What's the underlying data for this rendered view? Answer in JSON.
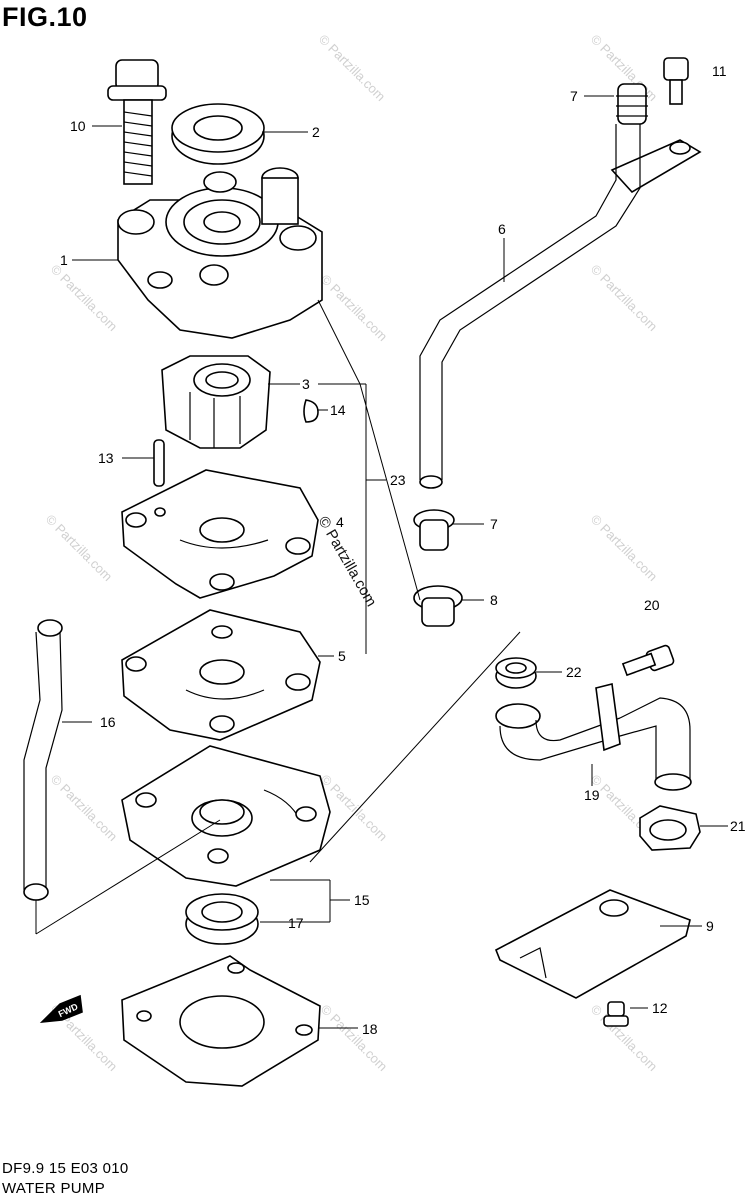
{
  "figure": {
    "title": "FIG.10",
    "code": "DF9.9 15 E03 010",
    "name": "WATER PUMP",
    "watermark": "© Partzilla.com",
    "fwd_label": "FWD"
  },
  "callouts": [
    {
      "id": "10",
      "text": "10"
    },
    {
      "id": "2",
      "text": "2"
    },
    {
      "id": "1",
      "text": "1"
    },
    {
      "id": "3",
      "text": "3"
    },
    {
      "id": "14",
      "text": "14"
    },
    {
      "id": "13",
      "text": "13"
    },
    {
      "id": "23",
      "text": "23"
    },
    {
      "id": "4",
      "text": "4"
    },
    {
      "id": "5",
      "text": "5"
    },
    {
      "id": "16",
      "text": "16"
    },
    {
      "id": "15",
      "text": "15"
    },
    {
      "id": "17",
      "text": "17"
    },
    {
      "id": "18",
      "text": "18"
    },
    {
      "id": "7a",
      "text": "7"
    },
    {
      "id": "11",
      "text": "11"
    },
    {
      "id": "6",
      "text": "6"
    },
    {
      "id": "7b",
      "text": "7"
    },
    {
      "id": "8",
      "text": "8"
    },
    {
      "id": "20",
      "text": "20"
    },
    {
      "id": "22",
      "text": "22"
    },
    {
      "id": "19",
      "text": "19"
    },
    {
      "id": "21",
      "text": "21"
    },
    {
      "id": "9",
      "text": "9"
    },
    {
      "id": "12",
      "text": "12"
    }
  ]
}
